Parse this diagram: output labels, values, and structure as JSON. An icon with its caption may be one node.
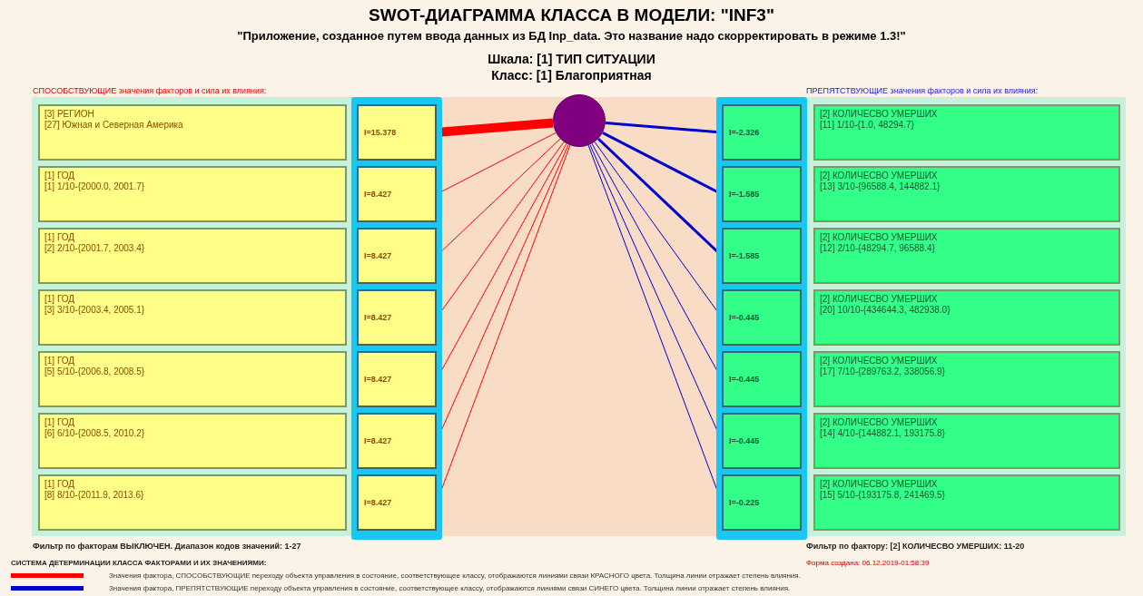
{
  "diagram": {
    "title": "SWOT-ДИАГРАММА КЛАССА В МОДЕЛИ: \"INF3\"",
    "nodes": [
      {
        "text": [
          "[3] РЕГИОН",
          "[27] Южная и Северная Америка"
        ]
      },
      {
        "text": [
          "[1] ГОД",
          "[1] 1/10-{2000.0, 2001.7}"
        ]
      },
      {
        "text": [
          "[1] ГОД",
          "[2] 2/10-{2001.7, 2003.4}"
        ]
      },
      {
        "text": [
          "[1] ГОД",
          "[3] 3/10-{2003.4, 2005.1}"
        ]
      },
      {
        "text": [
          "[1] ГОД",
          "[5] 5/10-{2006.8, 2008.5}"
        ]
      },
      {
        "text": [
          "[1] ГОД",
          "[6] 6/10-{2008.5, 2010.2}"
        ]
      },
      {
        "text": [
          "[1] ГОД",
          "[8] 8/10-{2011.9, 2013.6}"
        ]
      },
      {
        "text": [
          "I=15.378"
        ]
      },
      {
        "text": [
          "I=8.427"
        ]
      },
      {
        "text": [
          "I=8.427"
        ]
      },
      {
        "text": [
          "I=8.427"
        ]
      },
      {
        "text": [
          "I=8.427"
        ]
      },
      {
        "text": [
          "I=8.427"
        ]
      },
      {
        "text": [
          "I=8.427"
        ]
      },
      {
        "text": [],
        "shape": "circle"
      },
      {
        "text": [
          "I=-2.326"
        ]
      },
      {
        "text": [
          "I=-1.585"
        ]
      },
      {
        "text": [
          "I=-1.585"
        ]
      },
      {
        "text": [
          "I=-0.445"
        ]
      },
      {
        "text": [
          "I=-0.445"
        ]
      },
      {
        "text": [
          "I=-0.445"
        ]
      },
      {
        "text": [
          "I=-0.225"
        ]
      },
      {
        "text": [
          "[2] КОЛИЧЕСВО УМЕРШИХ",
          "[11] 1/10-{1.0, 48294.7}"
        ]
      },
      {
        "text": [
          "[2] КОЛИЧЕСВО УМЕРШИХ",
          "[13] 3/10-{96588.4, 144882.1}"
        ]
      },
      {
        "text": [
          "[2] КОЛИЧЕСВО УМЕРШИХ",
          "[12] 2/10-{48294.7, 96588.4}"
        ]
      },
      {
        "text": [
          "[2] КОЛИЧЕСВО УМЕРШИХ",
          "[20] 10/10-{434644.3, 482938.0}"
        ]
      },
      {
        "text": [
          "[2] КОЛИЧЕСВО УМЕРШИХ",
          "[17] 7/10-{289763.2, 338056.9}"
        ]
      },
      {
        "text": [
          "[2] КОЛИЧЕСВО УМЕРШИХ",
          "[14] 4/10-{144882.1, 193175.8}"
        ]
      },
      {
        "text": [
          "[2] КОЛИЧЕСВО УМЕРШИХ",
          "[15] 5/10-{193175.8, 241469.5}"
        ]
      }
    ],
    "edges": [
      {
        "from": 14,
        "to": 7,
        "arrow": "none",
        "style": "thick",
        "color": "#ff0000"
      },
      {
        "from": 14,
        "to": 8,
        "arrow": "none",
        "color": "#ff0000"
      },
      {
        "from": 14,
        "to": 9,
        "arrow": "none",
        "color": "#ff0000"
      },
      {
        "from": 14,
        "to": 10,
        "arrow": "none",
        "color": "#ff0000"
      },
      {
        "from": 14,
        "to": 11,
        "arrow": "none",
        "color": "#ff0000"
      },
      {
        "from": 14,
        "to": 12,
        "arrow": "none",
        "color": "#ff0000"
      },
      {
        "from": 14,
        "to": 13,
        "arrow": "none",
        "color": "#ff0000"
      },
      {
        "from": 14,
        "to": 15,
        "arrow": "none",
        "style": "thick",
        "color": "#0000cc"
      },
      {
        "from": 14,
        "to": 16,
        "arrow": "none",
        "style": "thick",
        "color": "#0000cc"
      },
      {
        "from": 14,
        "to": 17,
        "arrow": "none",
        "style": "thick",
        "color": "#0000cc"
      },
      {
        "from": 14,
        "to": 18,
        "arrow": "none",
        "color": "#0000cc"
      },
      {
        "from": 14,
        "to": 19,
        "arrow": "none",
        "color": "#0000cc"
      },
      {
        "from": 14,
        "to": 20,
        "arrow": "none",
        "color": "#0000cc"
      },
      {
        "from": 14,
        "to": 21,
        "arrow": "none",
        "color": "#0000cc"
      }
    ],
    "labels": [
      "\"Приложение, созданное путем ввода данных из БД Inp_data. Это название надо скорректировать в режиме 1.3!\"",
      "Шкала: [1] ТИП СИТУАЦИИ",
      "Класс: [1] Благоприятная",
      "СПОСОБСТВУЮЩИЕ значения факторов и сила их влияния:",
      "ПРЕПЯТСТВУЮЩИЕ значения факторов и сила их влияния:",
      "Фильтр по факторам ВЫКЛЮЧЕН. Диапазон кодов значений: 1-27",
      "Фильтр по фактору: [2] КОЛИЧЕСВО УМЕРШИХ: 11-20",
      "СИСТЕМА ДЕТЕРМИНАЦИИ КЛАССА ФАКТОРАМИ И ИХ ЗНАЧЕНИЯМИ:",
      "Форма создана: 06.12.2019-01:58:39"
    ],
    "legend": [
      {
        "text": "Значения фактора, СПОСОБСТВУЮЩИЕ переходу объекта управления в состояние, соответствующее классу, отображаются линиями связи КРАСНОГО цвета. Толщина линии отражает степень влияния."
      },
      {
        "text": "Значения фактора, ПРЕПЯТСТВУЮЩИЕ переходу объекта управления в состояние, соответствующее классу, отображаются линиями связи СИНЕГО цвета. Толщина линии отражает степень влияния."
      }
    ]
  }
}
